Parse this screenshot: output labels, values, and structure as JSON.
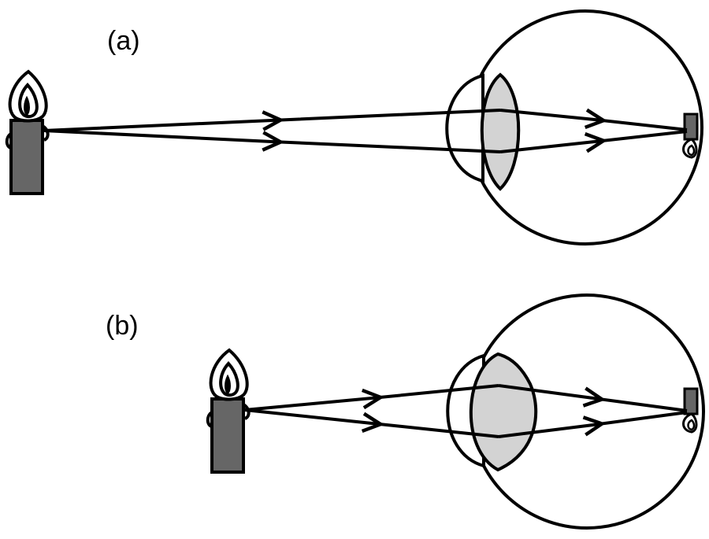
{
  "figure": {
    "panels": [
      {
        "label": "(a)",
        "lens_state": "thin"
      },
      {
        "label": "(b)",
        "lens_state": "thick"
      }
    ]
  },
  "colors": {
    "stroke": "#000000",
    "candle_body": "#666666",
    "lens_fill": "#d3d3d3",
    "background": "#ffffff",
    "retina_image": "#666666"
  }
}
